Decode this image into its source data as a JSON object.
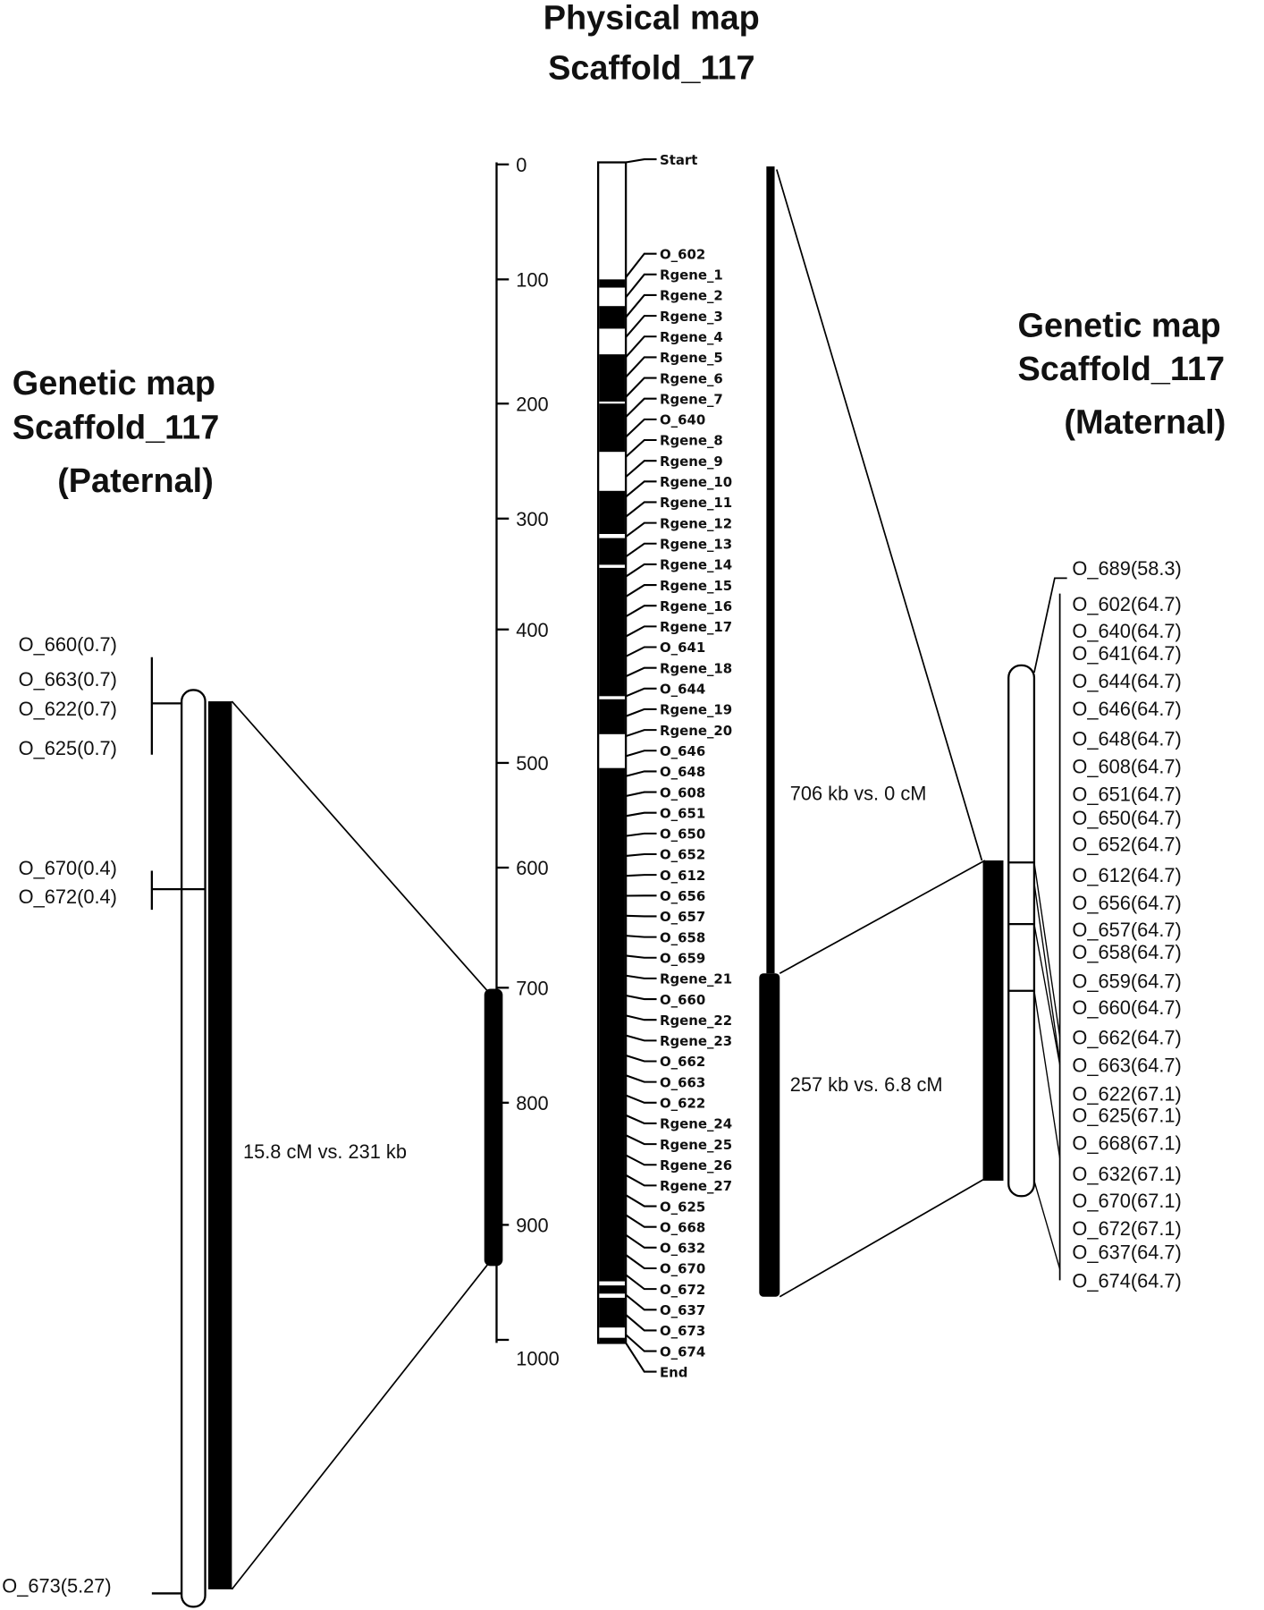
{
  "physical": {
    "title_line1": "Physical map",
    "title_line2": "Scaffold_117",
    "axis_ticks": [
      "0",
      "100",
      "200",
      "300",
      "400",
      "500",
      "600",
      "700",
      "800",
      "900",
      "1000"
    ],
    "markers": [
      "Start",
      "O_602",
      "Rgene_1",
      "Rgene_2",
      "Rgene_3",
      "Rgene_4",
      "Rgene_5",
      "Rgene_6",
      "Rgene_7",
      "O_640",
      "Rgene_8",
      "Rgene_9",
      "Rgene_10",
      "Rgene_11",
      "Rgene_12",
      "Rgene_13",
      "Rgene_14",
      "Rgene_15",
      "Rgene_16",
      "Rgene_17",
      "O_641",
      "Rgene_18",
      "O_644",
      "Rgene_19",
      "Rgene_20",
      "O_646",
      "O_648",
      "O_608",
      "O_651",
      "O_650",
      "O_652",
      "O_612",
      "O_656",
      "O_657",
      "O_658",
      "O_659",
      "Rgene_21",
      "O_660",
      "Rgene_22",
      "Rgene_23",
      "O_662",
      "O_663",
      "O_622",
      "Rgene_24",
      "Rgene_25",
      "Rgene_26",
      "Rgene_27",
      "O_625",
      "O_668",
      "O_632",
      "O_670",
      "O_672",
      "O_637",
      "O_673",
      "O_674",
      "End"
    ]
  },
  "paternal": {
    "title_line1": "Genetic map",
    "title_line2": "Scaffold_117",
    "title_line3": "(Paternal)",
    "markers": [
      "O_660(0.7)",
      "O_663(0.7)",
      "O_622(0.7)",
      "O_625(0.7)",
      "O_670(0.4)",
      "O_672(0.4)",
      "O_673(5.27)"
    ],
    "comparison": "15.8 cM vs. 231 kb"
  },
  "maternal": {
    "title_line1": "Genetic map",
    "title_line2": "Scaffold_117",
    "title_line3": "(Maternal)",
    "markers": [
      "O_689(58.3)",
      "O_602(64.7)",
      "O_640(64.7)",
      "O_641(64.7)",
      "O_644(64.7)",
      "O_646(64.7)",
      "O_648(64.7)",
      "O_608(64.7)",
      "O_651(64.7)",
      "O_650(64.7)",
      "O_652(64.7)",
      "O_612(64.7)",
      "O_656(64.7)",
      "O_657(64.7)",
      "O_658(64.7)",
      "O_659(64.7)",
      "O_660(64.7)",
      "O_662(64.7)",
      "O_663(64.7)",
      "O_622(67.1)",
      "O_625(67.1)",
      "O_668(67.1)",
      "O_632(67.1)",
      "O_670(67.1)",
      "O_672(67.1)",
      "O_637(64.7)",
      "O_674(64.7)"
    ],
    "comparison_upper": "706 kb vs. 0 cM",
    "comparison_lower": "257 kb vs. 6.8 cM"
  }
}
